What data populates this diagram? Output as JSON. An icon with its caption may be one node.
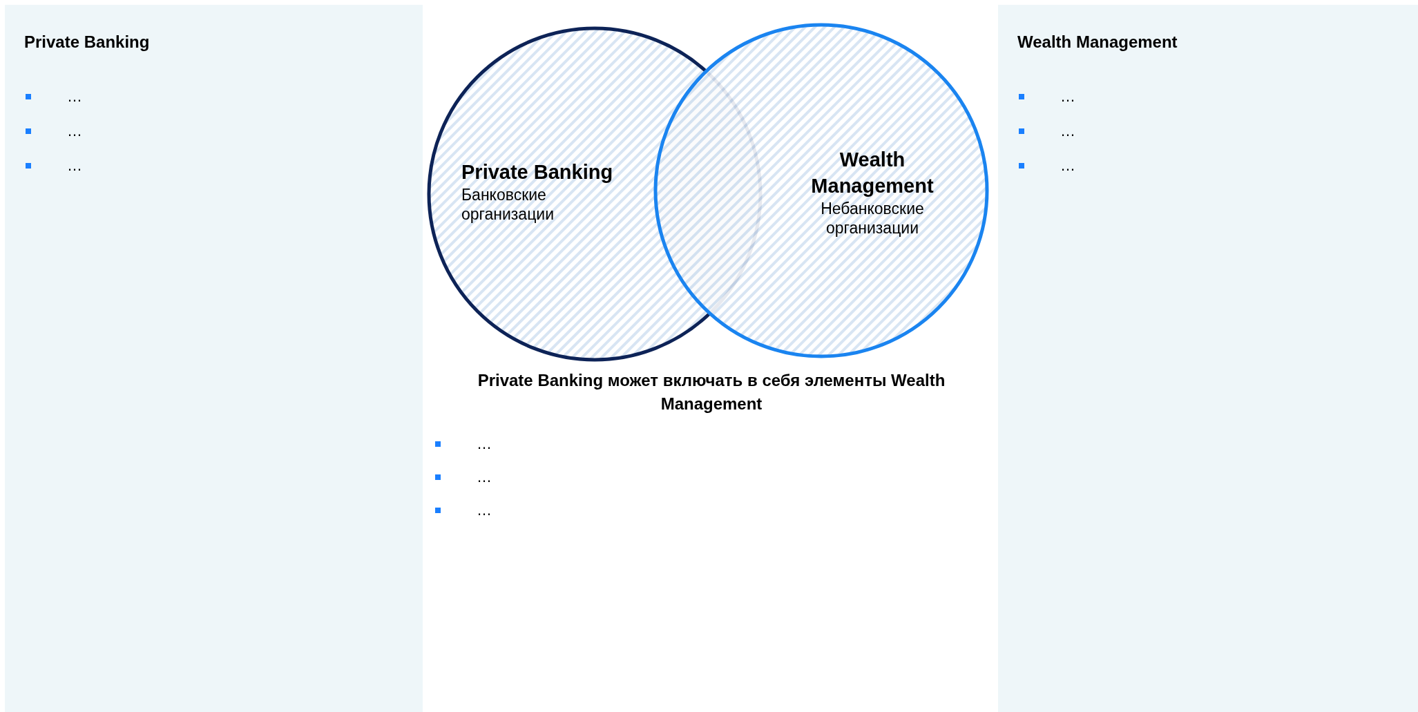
{
  "diagram": {
    "nodes": [
      {
        "text": [
          "Private Banking",
          "…",
          "…",
          "…"
        ]
      },
      {
        "text": [
          "Wealth Management",
          "…",
          "…",
          "…"
        ]
      },
      {
        "text": [
          "Private Banking",
          "Банковские организации"
        ]
      },
      {
        "text": [
          "Wealth Management",
          "Небанковские организации"
        ]
      }
    ],
    "labels": [
      "Private Banking может включать в себя элементы Wealth Management",
      "…",
      "…",
      "…"
    ]
  }
}
